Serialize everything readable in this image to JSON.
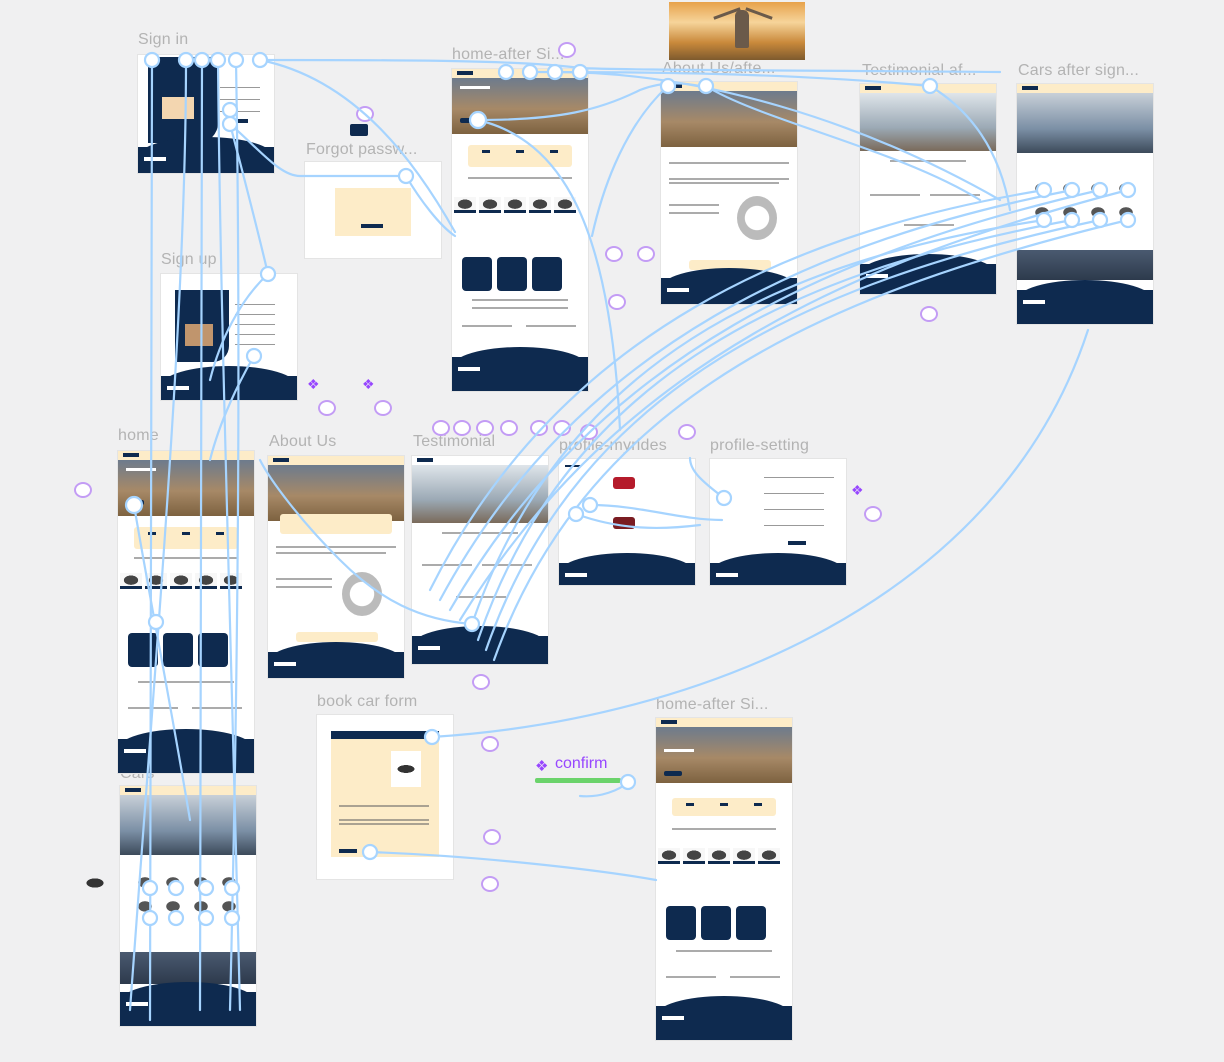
{
  "frames": {
    "sign_in": "Sign in",
    "home_after_signin": "home-after Si...",
    "about_after": "About Us/afte...",
    "testimonial_after": "Testimonial af...",
    "cars_after": "Cars after sign...",
    "forgot": "Forgot passw...",
    "sign_up": "Sign up",
    "home": "home",
    "about": "About Us",
    "testimonial": "Testimonial",
    "profile_myrides": "profile-myrides",
    "profile_setting": "profile-setting",
    "book_car_form": "book car form",
    "home_after_signin_2": "home-after Si...",
    "cars": "Cars"
  },
  "components": {
    "confirm": "confirm"
  },
  "colors": {
    "connector": "#a6d4ff",
    "prototype_marker": "#9747ff",
    "brand_navy": "#0e2a4f",
    "brand_cream": "#fdecc8",
    "canvas": "#f0f0f1"
  },
  "icons": [
    "component-diamond-icon",
    "prototype-start-icon",
    "flow-connector-icon"
  ]
}
